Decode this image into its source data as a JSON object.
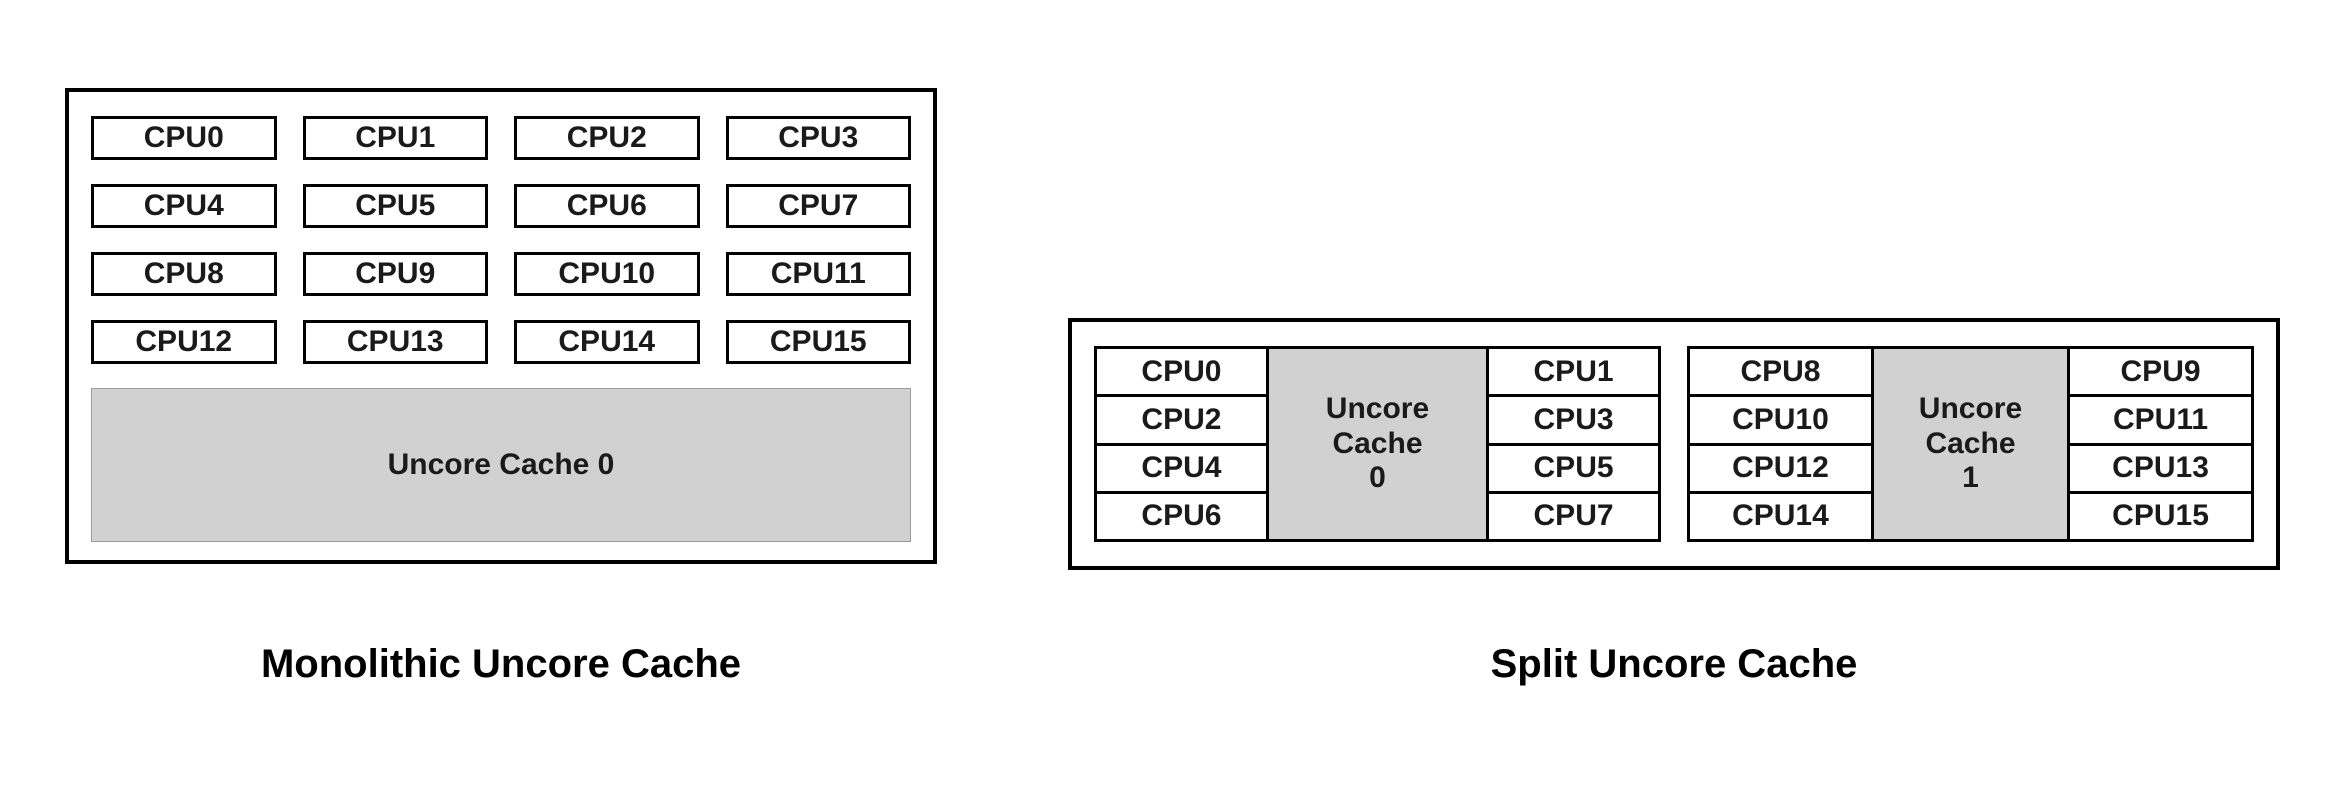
{
  "monolithic": {
    "title": "Monolithic Uncore Cache",
    "cpu_rows": [
      [
        "CPU0",
        "CPU1",
        "CPU2",
        "CPU3"
      ],
      [
        "CPU4",
        "CPU5",
        "CPU6",
        "CPU7"
      ],
      [
        "CPU8",
        "CPU9",
        "CPU10",
        "CPU11"
      ],
      [
        "CPU12",
        "CPU13",
        "CPU14",
        "CPU15"
      ]
    ],
    "cache_label": "Uncore Cache 0"
  },
  "split": {
    "title": "Split Uncore Cache",
    "groups": [
      {
        "left_cpus": [
          "CPU0",
          "CPU2",
          "CPU4",
          "CPU6"
        ],
        "cache_label": "Uncore Cache 0",
        "right_cpus": [
          "CPU1",
          "CPU3",
          "CPU5",
          "CPU7"
        ]
      },
      {
        "left_cpus": [
          "CPU8",
          "CPU10",
          "CPU12",
          "CPU14"
        ],
        "cache_label": "Uncore Cache 1",
        "right_cpus": [
          "CPU9",
          "CPU11",
          "CPU13",
          "CPU15"
        ]
      }
    ]
  },
  "colors": {
    "cache_fill": "#d1d1d1",
    "border": "#000000"
  }
}
